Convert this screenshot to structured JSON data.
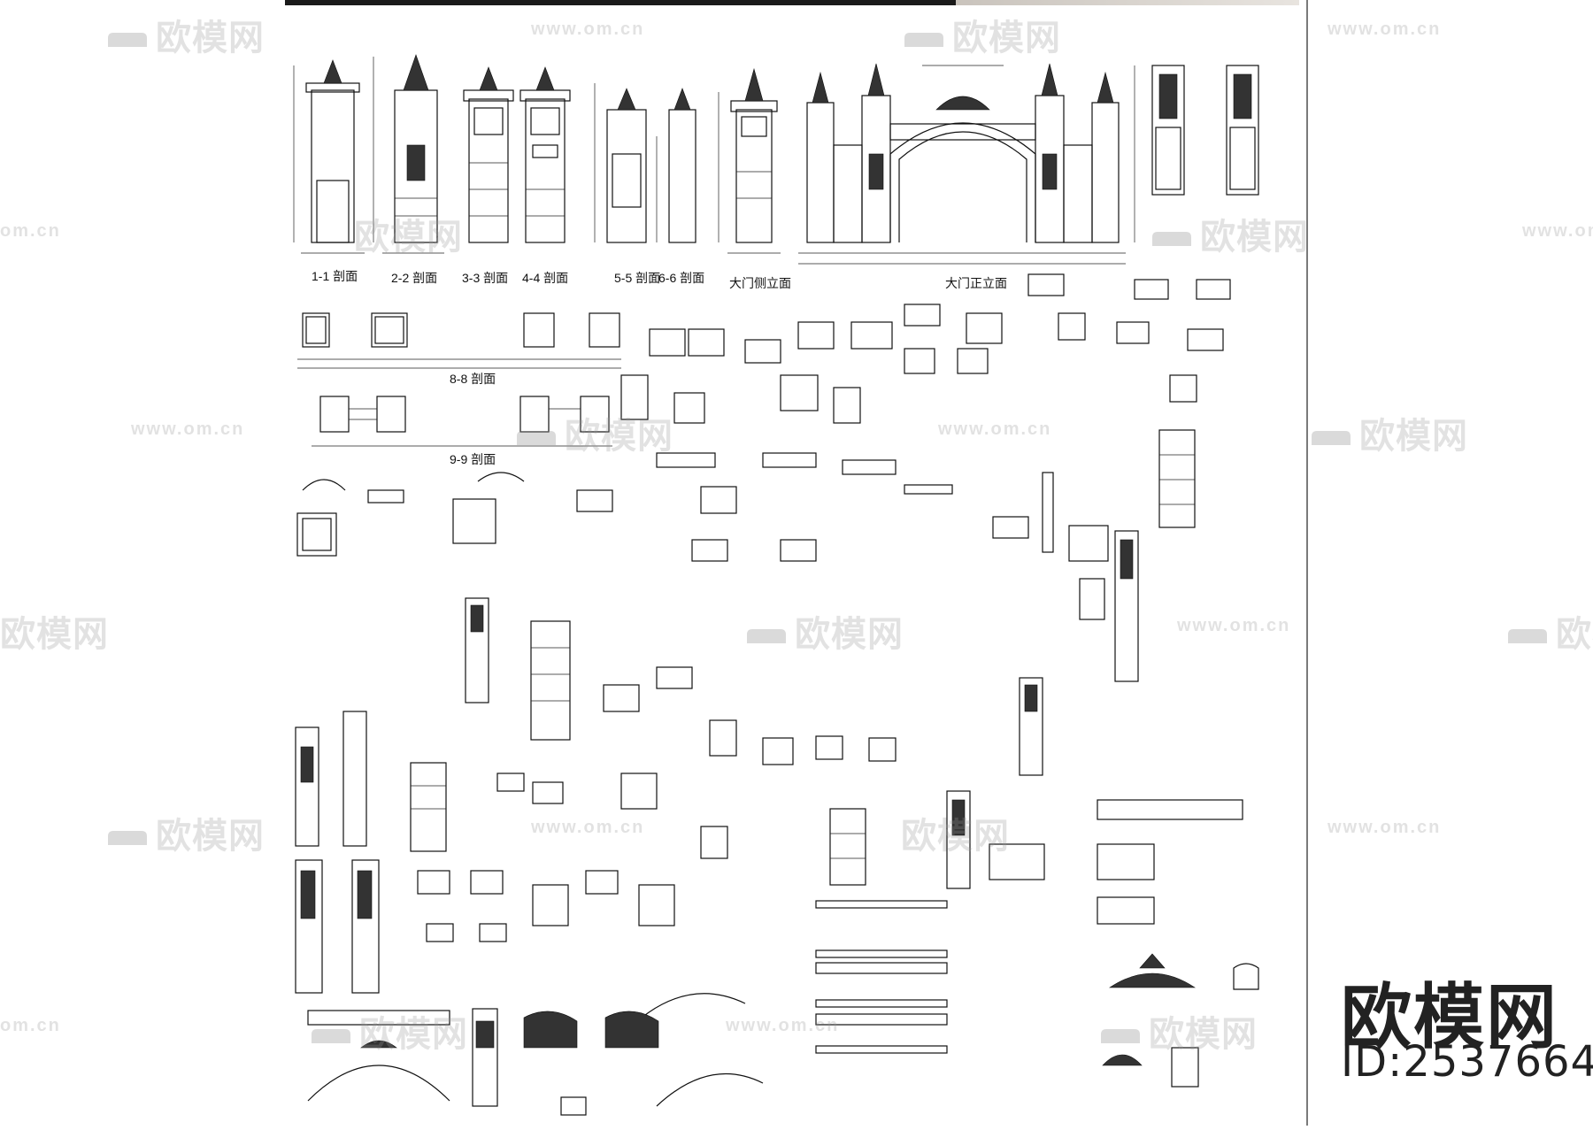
{
  "watermark": {
    "logo_text": "欧模网",
    "url_text": "www.om.cn",
    "url_partial": "om.cn"
  },
  "brand": {
    "name": "欧模网",
    "id_label": "ID:2537664"
  },
  "drawing": {
    "sections": {
      "s11": "1-1 剖面",
      "s22": "2-2 剖面",
      "s33": "3-3 剖面",
      "s44": "4-4 剖面",
      "s55": "5-5 剖面",
      "s66": "6-6 剖面",
      "gate_side": "大门侧立面",
      "gate_front": "大门正立面",
      "s88": "8-8 剖面",
      "s99": "9-9 剖面"
    }
  }
}
